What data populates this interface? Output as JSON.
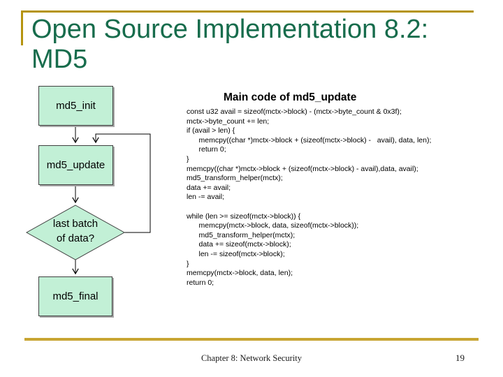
{
  "title": {
    "line1": "Open Source Implementation 8.2:",
    "line2": "MD5"
  },
  "flowchart": {
    "nodes": [
      {
        "label": "md5_init"
      },
      {
        "label": "md5_update"
      },
      {
        "label_line1": "last batch",
        "label_line2": "of data?"
      },
      {
        "label": "md5_final"
      }
    ]
  },
  "code_panel": {
    "heading": "Main code of md5_update",
    "code": "const u32 avail = sizeof(mctx->block) - (mctx->byte_count & 0x3f);\nmctx->byte_count += len;\nif (avail > len) {\n      memcpy((char *)mctx->block + (sizeof(mctx->block) -   avail), data, len);\n      return 0;\n}\nmemcpy((char *)mctx->block + (sizeof(mctx->block) - avail),data, avail);\nmd5_transform_helper(mctx);\ndata += avail;\nlen -= avail;\n\nwhile (len >= sizeof(mctx->block)) {\n      memcpy(mctx->block, data, sizeof(mctx->block));\n      md5_transform_helper(mctx);\n      data += sizeof(mctx->block);\n      len -= sizeof(mctx->block);\n}\nmemcpy(mctx->block, data, len);\nreturn 0;"
  },
  "footer": {
    "chapter": "Chapter 8: Network Security",
    "page_number": "19"
  },
  "colors": {
    "title_green": "#176C4C",
    "accent_gold": "#B5940F",
    "divider_gold": "#C8A532",
    "node_fill": "#C2F0D6",
    "node_border": "#404040"
  }
}
